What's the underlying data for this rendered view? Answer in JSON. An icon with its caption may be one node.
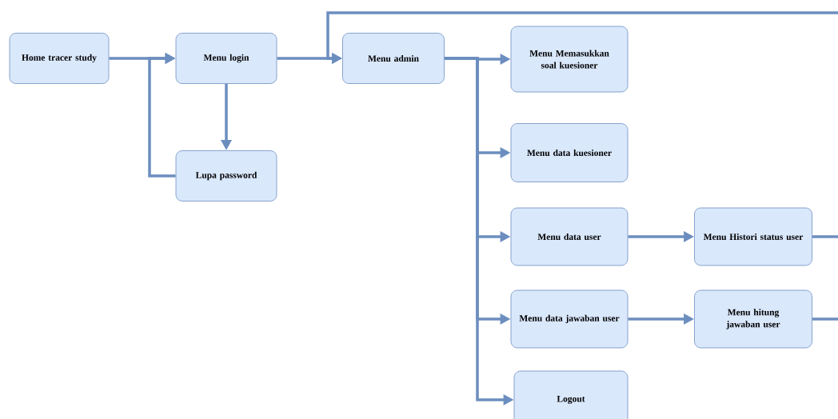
{
  "diagram": {
    "nodes": [
      {
        "text": [
          "Home tracer study"
        ]
      },
      {
        "text": [
          "Menu login"
        ]
      },
      {
        "text": [
          "Lupa password"
        ]
      },
      {
        "text": [
          "Menu admin"
        ]
      },
      {
        "text": [
          "Menu Memasukkan soal kuesioner"
        ]
      },
      {
        "text": [
          "Menu data kuesioner"
        ]
      },
      {
        "text": [
          "Menu data user"
        ]
      },
      {
        "text": [
          "Menu Histori status user"
        ]
      },
      {
        "text": [
          "Menu data jawaban user"
        ]
      },
      {
        "text": [
          "Menu hitung jawaban user"
        ]
      },
      {
        "text": [
          "Logout"
        ]
      }
    ],
    "edges": [
      {
        "from": 0,
        "to": 1,
        "arrow": "to"
      },
      {
        "from": 1,
        "to": 2,
        "arrow": "to"
      },
      {
        "from": 2,
        "to": 1,
        "arrow": "to"
      },
      {
        "from": 1,
        "to": 3,
        "arrow": "to"
      },
      {
        "from": 3,
        "to": 4,
        "arrow": "to"
      },
      {
        "from": 3,
        "to": 5,
        "arrow": "to"
      },
      {
        "from": 3,
        "to": 6,
        "arrow": "to"
      },
      {
        "from": 3,
        "to": 8,
        "arrow": "to"
      },
      {
        "from": 3,
        "to": 10,
        "arrow": "to"
      },
      {
        "from": 6,
        "to": 7,
        "arrow": "to"
      },
      {
        "from": 8,
        "to": 9,
        "arrow": "to"
      },
      {
        "from": 7,
        "to": null,
        "arrow": "none"
      },
      {
        "from": 9,
        "to": null,
        "arrow": "none"
      },
      {
        "from": null,
        "to": 3,
        "arrow": "to"
      }
    ]
  }
}
